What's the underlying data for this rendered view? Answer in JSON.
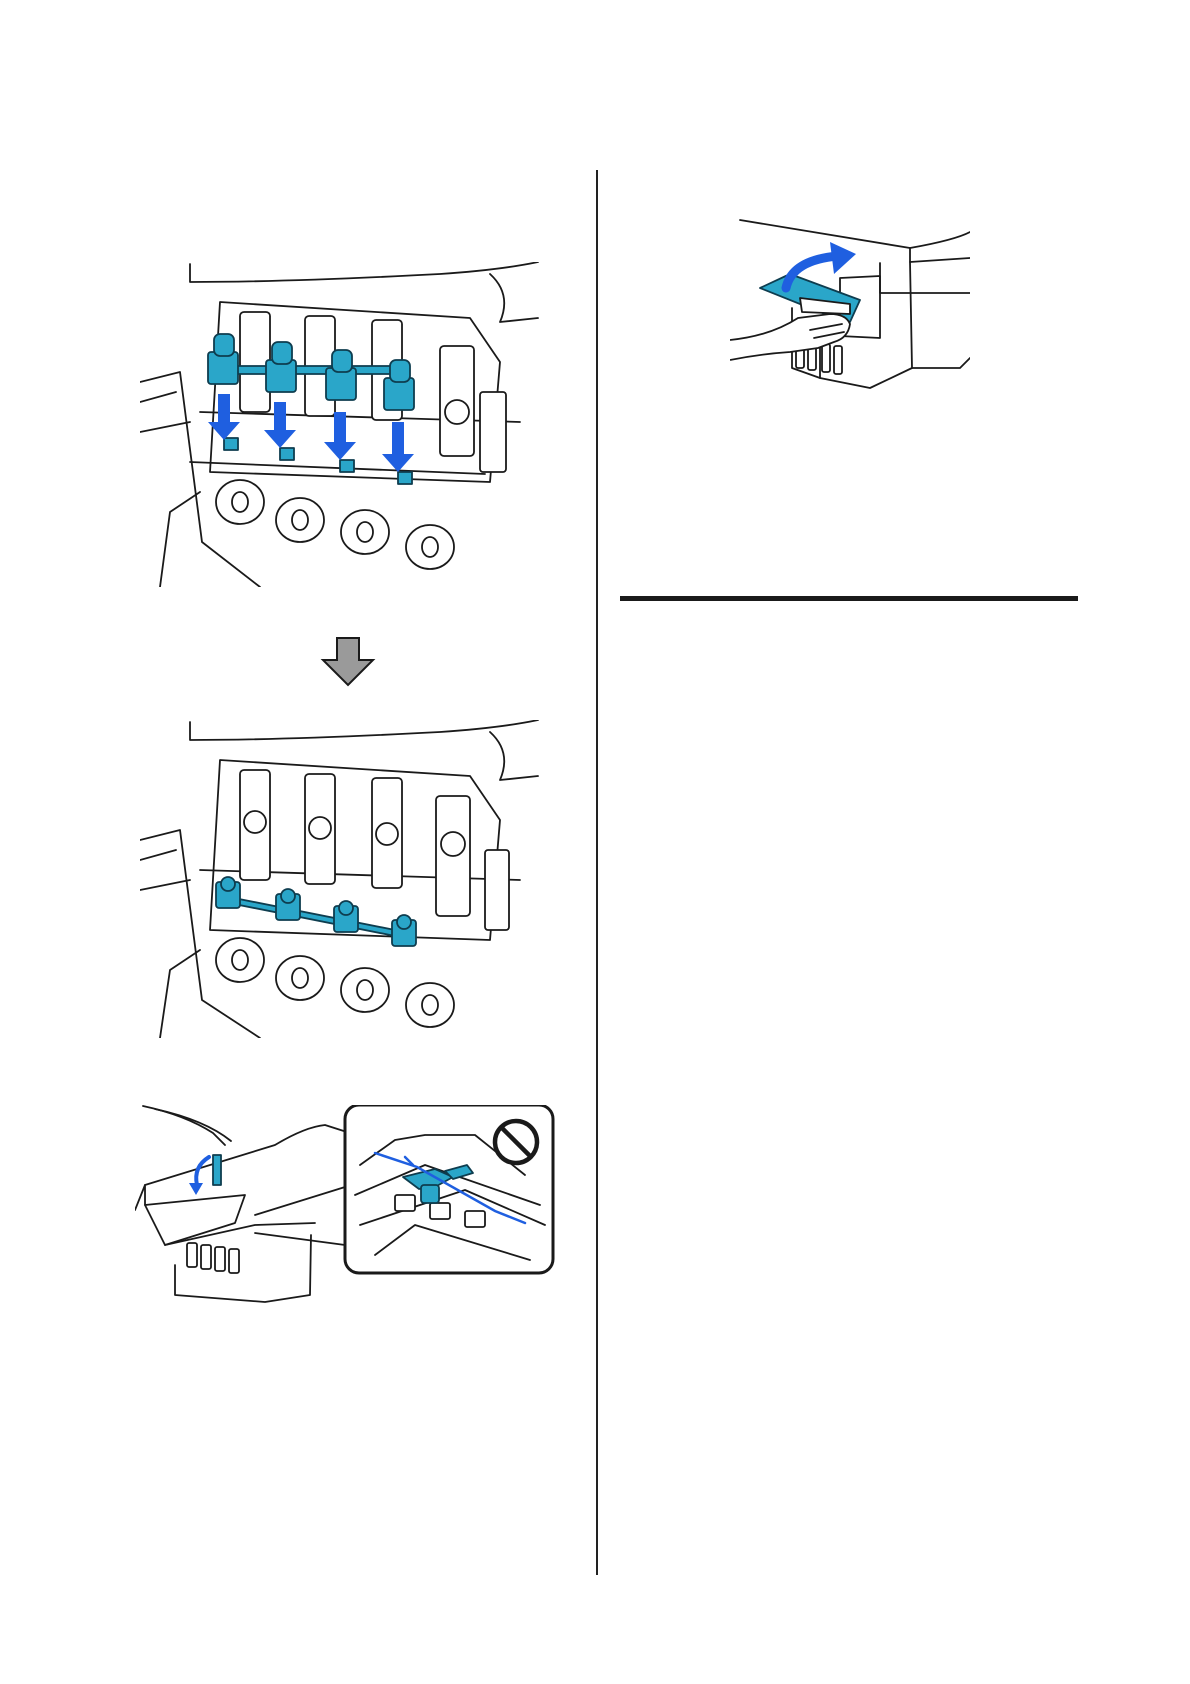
{
  "page": {
    "background": "#ffffff"
  },
  "colors": {
    "cap": "#2aa6c9",
    "arrow": "#1f5fe0",
    "step_arrow": "#9a9a9a",
    "prohibit": "#1a1a1a"
  },
  "illustrations": [
    {
      "id": "caps-placed-on-holder",
      "icon": "ink-tank-caps-arrows"
    },
    {
      "id": "step-arrow",
      "icon": "down-arrow-icon"
    },
    {
      "id": "caps-stored",
      "icon": "ink-tank-caps-stored"
    },
    {
      "id": "close-tank-cap",
      "icon": "prohibited-icon"
    },
    {
      "id": "close-tank-cover",
      "icon": "hand-closing-cover"
    }
  ]
}
